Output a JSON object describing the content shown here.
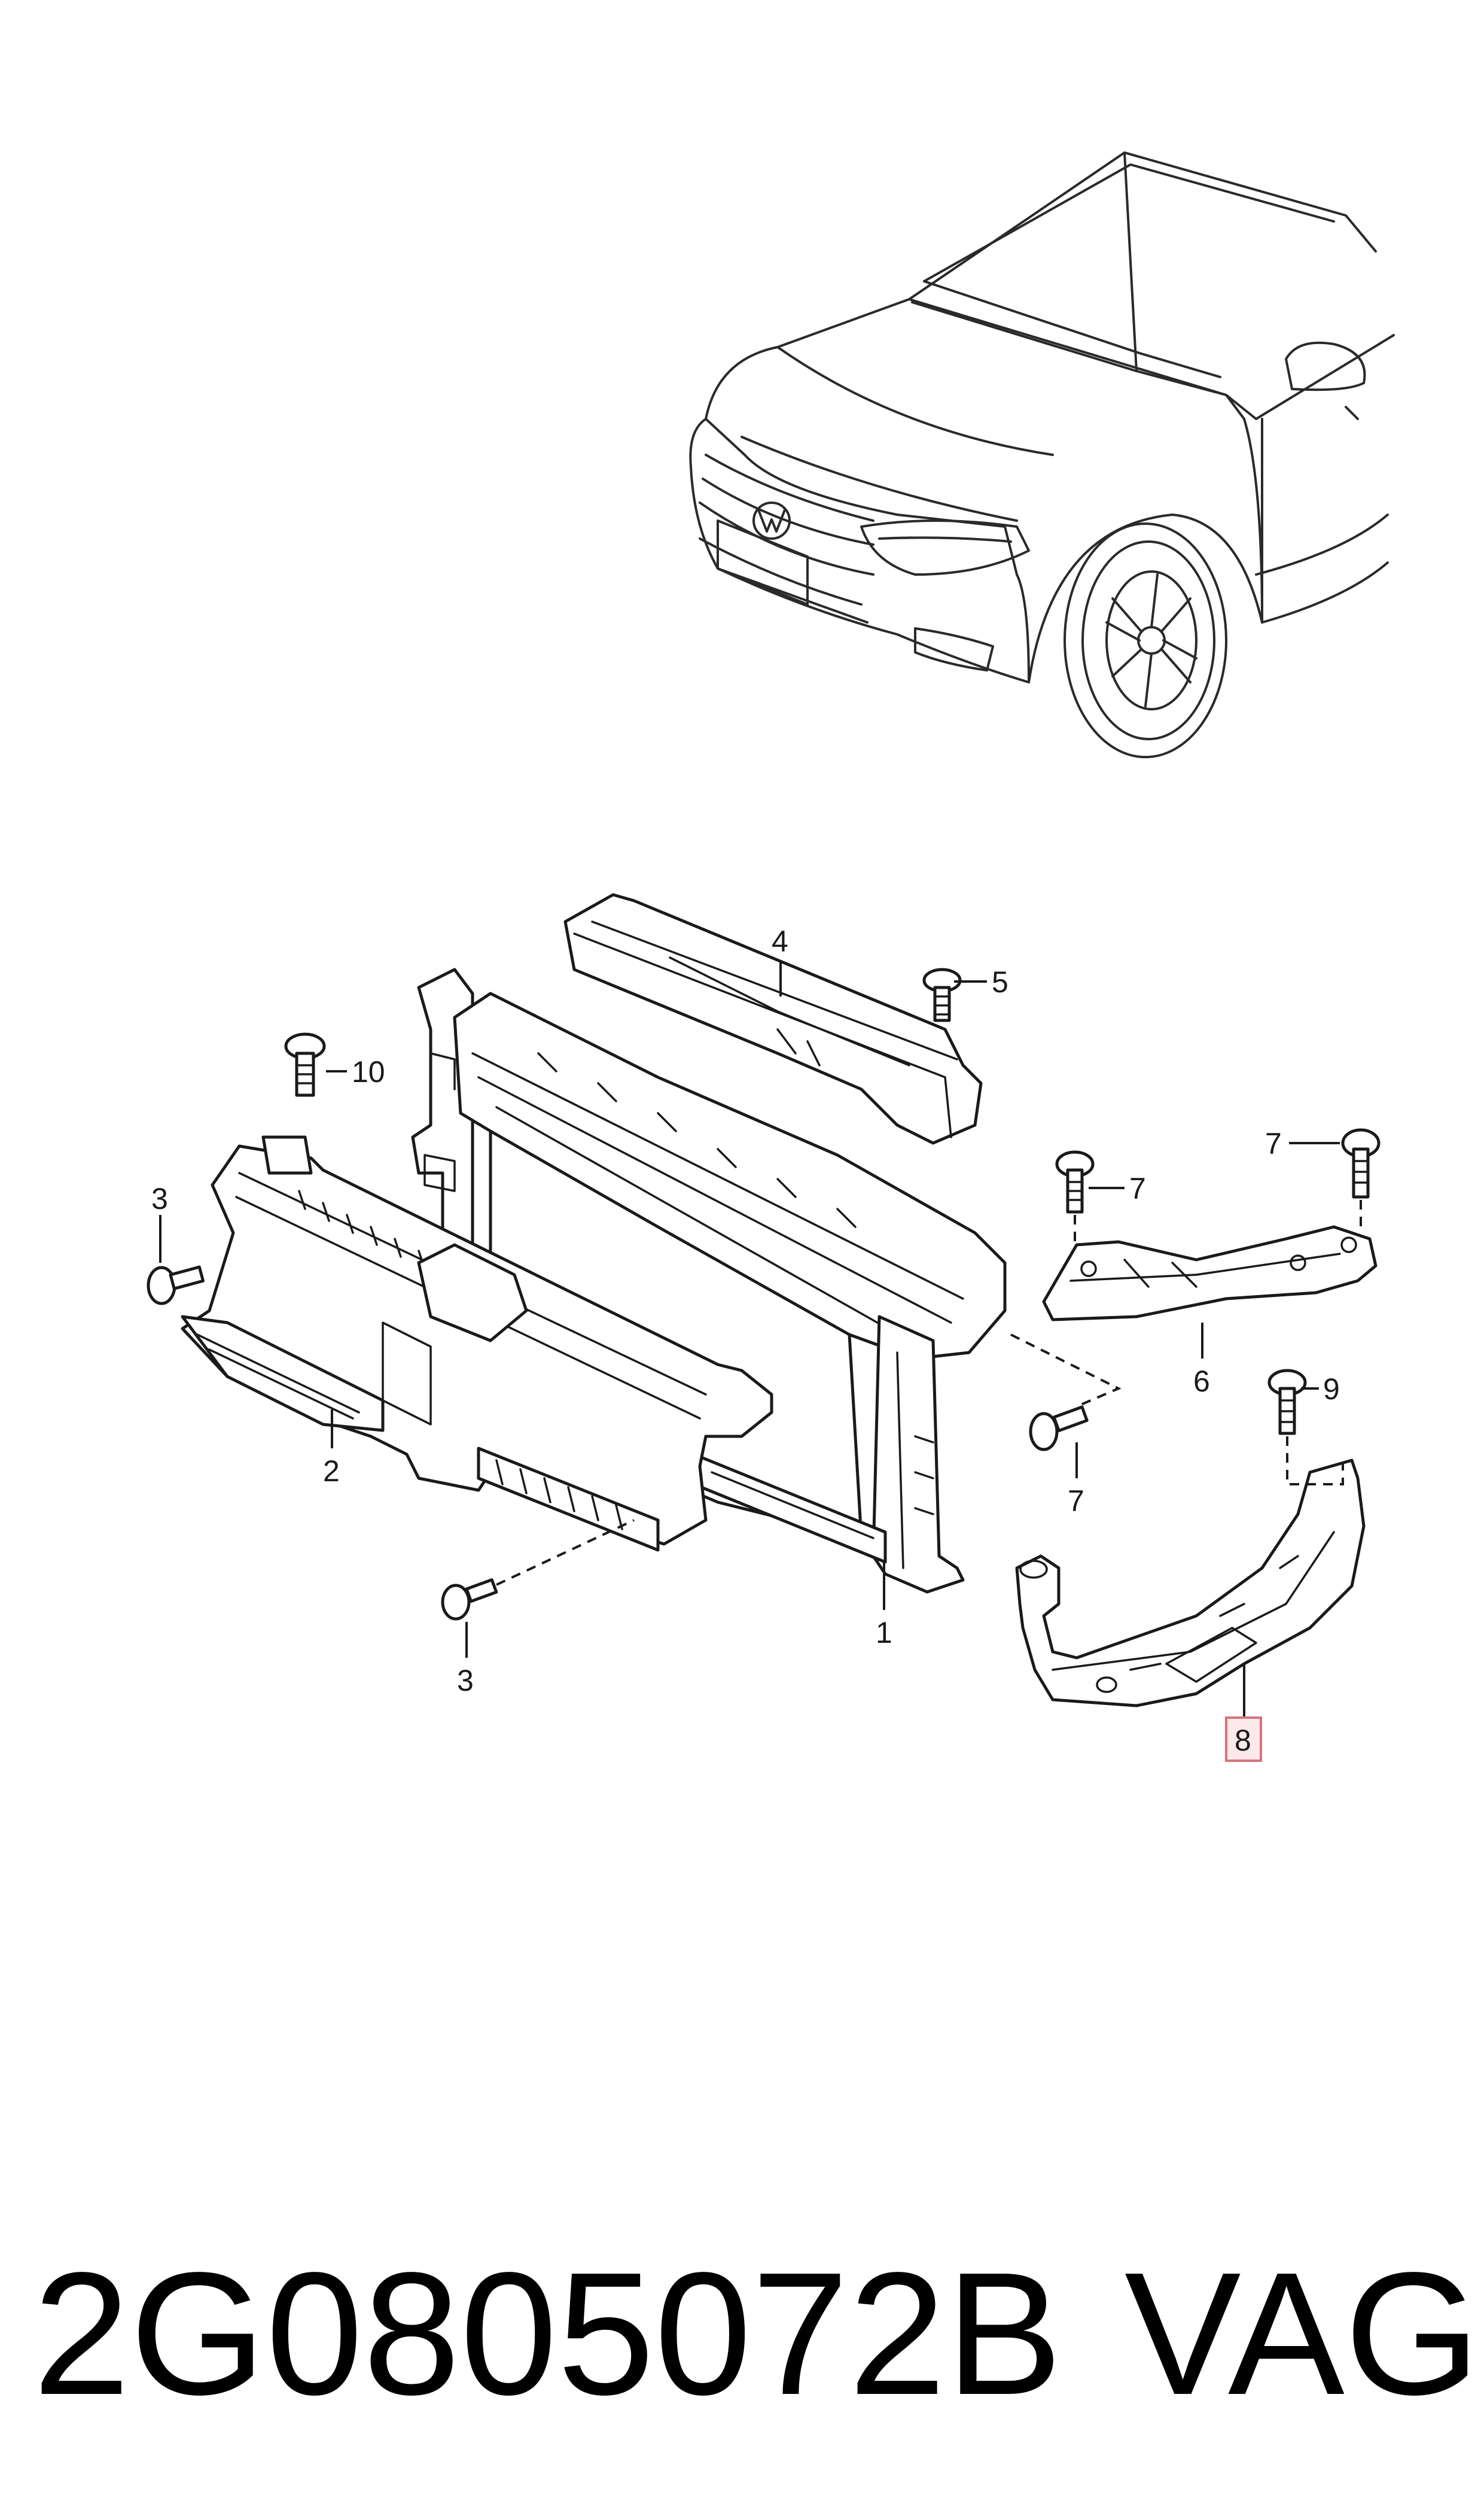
{
  "diagram": {
    "callouts": [
      {
        "id": "1",
        "label": "1"
      },
      {
        "id": "2",
        "label": "2"
      },
      {
        "id": "3a",
        "label": "3"
      },
      {
        "id": "3b",
        "label": "3"
      },
      {
        "id": "4",
        "label": "4"
      },
      {
        "id": "5",
        "label": "5"
      },
      {
        "id": "6",
        "label": "6"
      },
      {
        "id": "7a",
        "label": "7"
      },
      {
        "id": "7b",
        "label": "7"
      },
      {
        "id": "7c",
        "label": "7"
      },
      {
        "id": "8",
        "label": "8",
        "highlighted": true
      },
      {
        "id": "9",
        "label": "9"
      },
      {
        "id": "10",
        "label": "10"
      }
    ],
    "highlight_color": "#d6737d"
  },
  "footer": {
    "part_number": "2G0805072B",
    "brand": "VAG"
  }
}
